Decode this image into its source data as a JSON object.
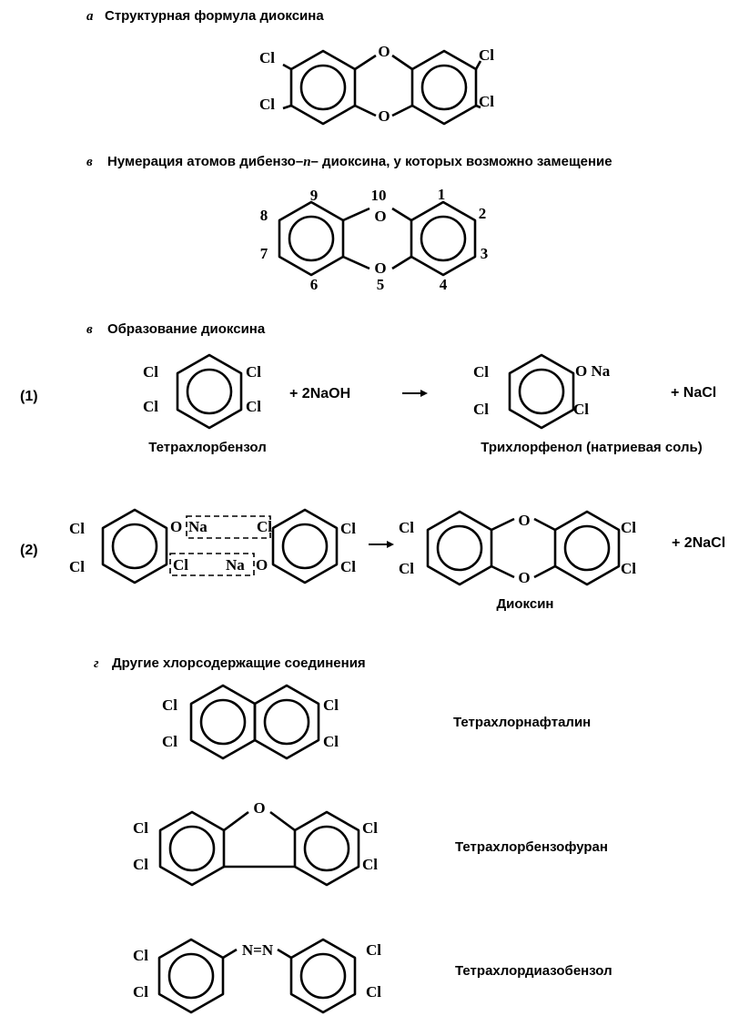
{
  "sections": {
    "a": {
      "letter": "а",
      "title": "Структурная формула диоксина"
    },
    "b": {
      "letter": "в",
      "title": "Нумерация атомов дибензо–",
      "p": "п",
      "title2": "– диоксина, у которых возможно замещение"
    },
    "c": {
      "letter": "в",
      "title": "Образование диоксина"
    },
    "d": {
      "letter": "г",
      "title": "Другие хлорсодержащие соединения"
    }
  },
  "atoms": {
    "cl": "Cl",
    "o": "O",
    "na": "Na",
    "o_na": "O Na",
    "n_eq_n": "N=N"
  },
  "numbering": [
    "1",
    "2",
    "3",
    "4",
    "5",
    "6",
    "7",
    "8",
    "9",
    "10"
  ],
  "reaction1": {
    "index": "(1)",
    "reagent": "+ 2NaOH",
    "product_extra": "+ NaCl",
    "reactant_name": "Тетрахлорбензол",
    "product_name": "Трихлорфенол (натриевая соль)"
  },
  "reaction2": {
    "index": "(2)",
    "product_extra": "+ 2NaCl",
    "product_name": "Диоксин"
  },
  "compounds": {
    "naphthalene": "Тетрахлорнафталин",
    "benzofuran": "Тетрахлорбензофуран",
    "diazobenzene": "Тетрахлордиазобензол"
  },
  "icons": {
    "arrow": "reaction-arrow-icon",
    "ring": "benzene-ring-icon"
  }
}
